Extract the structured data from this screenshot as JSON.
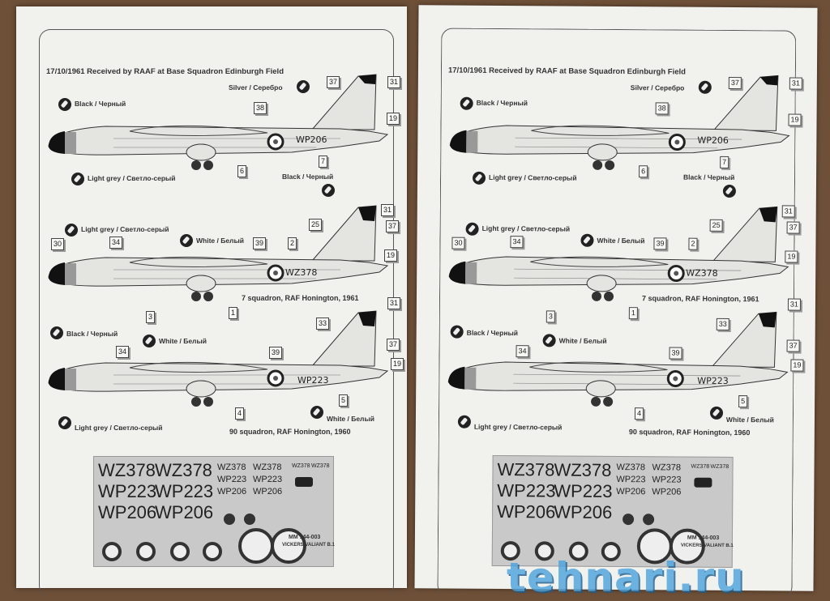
{
  "pages": [
    {
      "title": "17/10/1961 Received by RAAF at Base Squadron Edinburgh Field",
      "profiles": [
        {
          "registration": "WP206",
          "caption": null,
          "colors": [
            "Silver / Серебро",
            "Black / Черный",
            "Light grey / Светло-серый",
            "Black / Черный"
          ],
          "numbers": [
            "31",
            "37",
            "38",
            "19",
            "7",
            "6"
          ]
        },
        {
          "registration": "WZ378",
          "caption": "7 squadron, RAF Honington, 1961",
          "colors": [
            "Light grey / Светло-серый",
            "White / Белый"
          ],
          "numbers": [
            "30",
            "34",
            "39",
            "2",
            "25",
            "31",
            "37",
            "19",
            "1",
            "3"
          ]
        },
        {
          "registration": "WP223",
          "caption": "90 squadron, RAF Honington, 1960",
          "colors": [
            "Black / Черный",
            "White / Белый",
            "White / Белый",
            "Light grey / Светло-серый"
          ],
          "numbers": [
            "33",
            "31",
            "34",
            "39",
            "37",
            "19",
            "4",
            "5"
          ]
        }
      ],
      "decals": {
        "large": [
          "WZ378",
          "WZ378",
          "WP223",
          "WP223",
          "WP206",
          "WP206"
        ],
        "medium": [
          "WZ378",
          "WZ378",
          "WP223",
          "WP223",
          "WP206",
          "WP206"
        ],
        "small": [
          "WZ378",
          "WZ378"
        ],
        "code": "MM 144-003",
        "name": "VICKERS VALIANT B.1"
      }
    },
    {
      "title": "17/10/1961 Received by RAAF at Base Squadron Edinburgh Field",
      "profiles": [
        {
          "registration": "WP206",
          "caption": null,
          "colors": [
            "Silver / Серебро",
            "Black / Черный",
            "Light grey / Светло-серый",
            "Black / Черный"
          ],
          "numbers": [
            "31",
            "37",
            "38",
            "19",
            "7",
            "6"
          ]
        },
        {
          "registration": "WZ378",
          "caption": "7 squadron, RAF Honington, 1961",
          "colors": [
            "Light grey / Светло-серый",
            "White / Белый"
          ],
          "numbers": [
            "30",
            "34",
            "39",
            "2",
            "25",
            "31",
            "37",
            "19",
            "1",
            "3"
          ]
        },
        {
          "registration": "WP223",
          "caption": "90 squadron, RAF Honington, 1960",
          "colors": [
            "Black / Черный",
            "White / Белый",
            "White / Белый",
            "Light grey / Светло-серый"
          ],
          "numbers": [
            "33",
            "31",
            "34",
            "39",
            "37",
            "19",
            "4",
            "5"
          ]
        }
      ],
      "decals": {
        "large": [
          "WZ378",
          "WZ378",
          "WP223",
          "WP223",
          "WP206",
          "WP206"
        ],
        "medium": [
          "WZ378",
          "WZ378",
          "WP223",
          "WP223",
          "WP206",
          "WP206"
        ],
        "small": [
          "WZ378",
          "WZ378"
        ],
        "code": "MM 144-003",
        "name": "VICKERS VALIANT B.1"
      }
    }
  ],
  "watermark": "tehnari.ru"
}
